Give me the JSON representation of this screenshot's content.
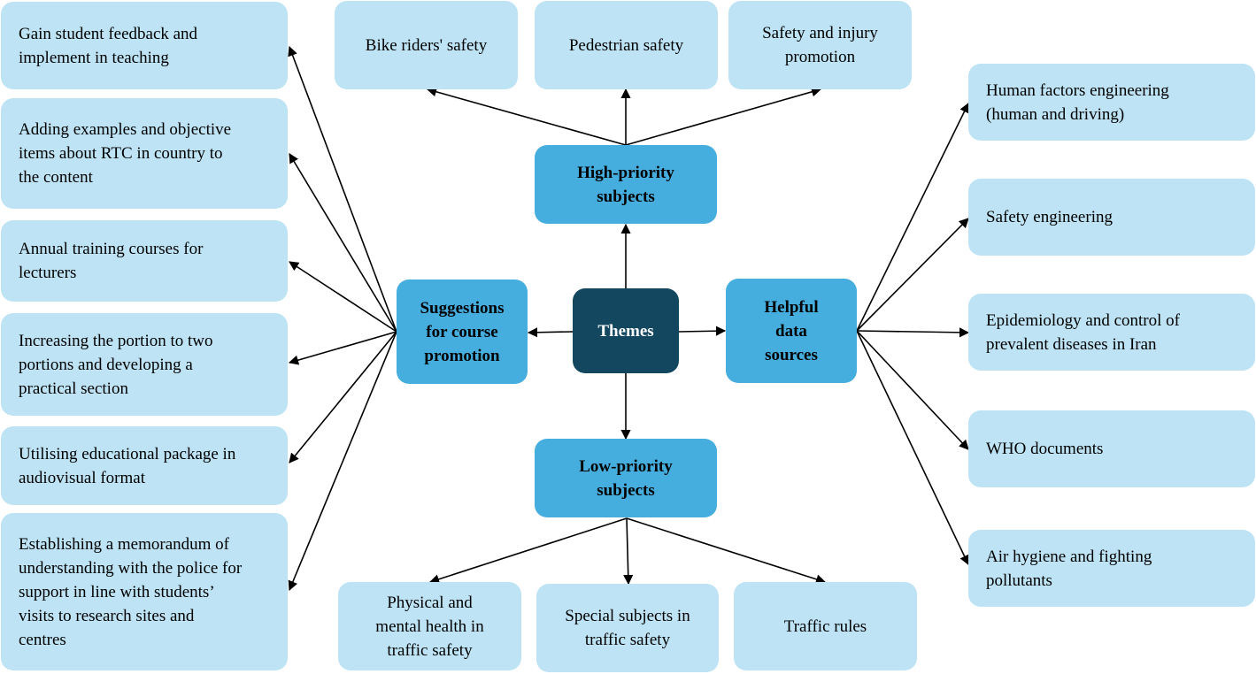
{
  "center": {
    "label": "Themes"
  },
  "themes": {
    "high_priority": {
      "label": "High-priority\nsubjects"
    },
    "low_priority": {
      "label": "Low-priority\nsubjects"
    },
    "suggestions": {
      "label": "Suggestions\nfor course\npromotion"
    },
    "data_sources": {
      "label": "Helpful\ndata\nsources"
    }
  },
  "high_priority_items": [
    {
      "label": "Bike riders' safety"
    },
    {
      "label": "Pedestrian safety"
    },
    {
      "label": "Safety and injury\npromotion"
    }
  ],
  "low_priority_items": [
    {
      "label": "Physical and\nmental health in\ntraffic safety"
    },
    {
      "label": "Special subjects in\ntraffic safety"
    },
    {
      "label": "Traffic rules"
    }
  ],
  "suggestion_items": [
    {
      "label": "Gain student feedback and\nimplement in teaching"
    },
    {
      "label": "Adding examples and objective\nitems about RTC in country to\nthe content"
    },
    {
      "label": "Annual training courses for\nlecturers"
    },
    {
      "label": "Increasing the portion to two\nportions and developing a\npractical section"
    },
    {
      "label": "Utilising educational package in\naudiovisual format"
    },
    {
      "label": "Establishing a memorandum of\nunderstanding with the police for\nsupport in line with students’\nvisits to research sites and\ncentres"
    }
  ],
  "data_source_items": [
    {
      "label": "Human factors engineering\n(human and driving)"
    },
    {
      "label": "Safety engineering"
    },
    {
      "label": "Epidemiology and control of\nprevalent diseases in Iran"
    },
    {
      "label": "WHO documents"
    },
    {
      "label": "Air hygiene and fighting\npollutants"
    }
  ]
}
